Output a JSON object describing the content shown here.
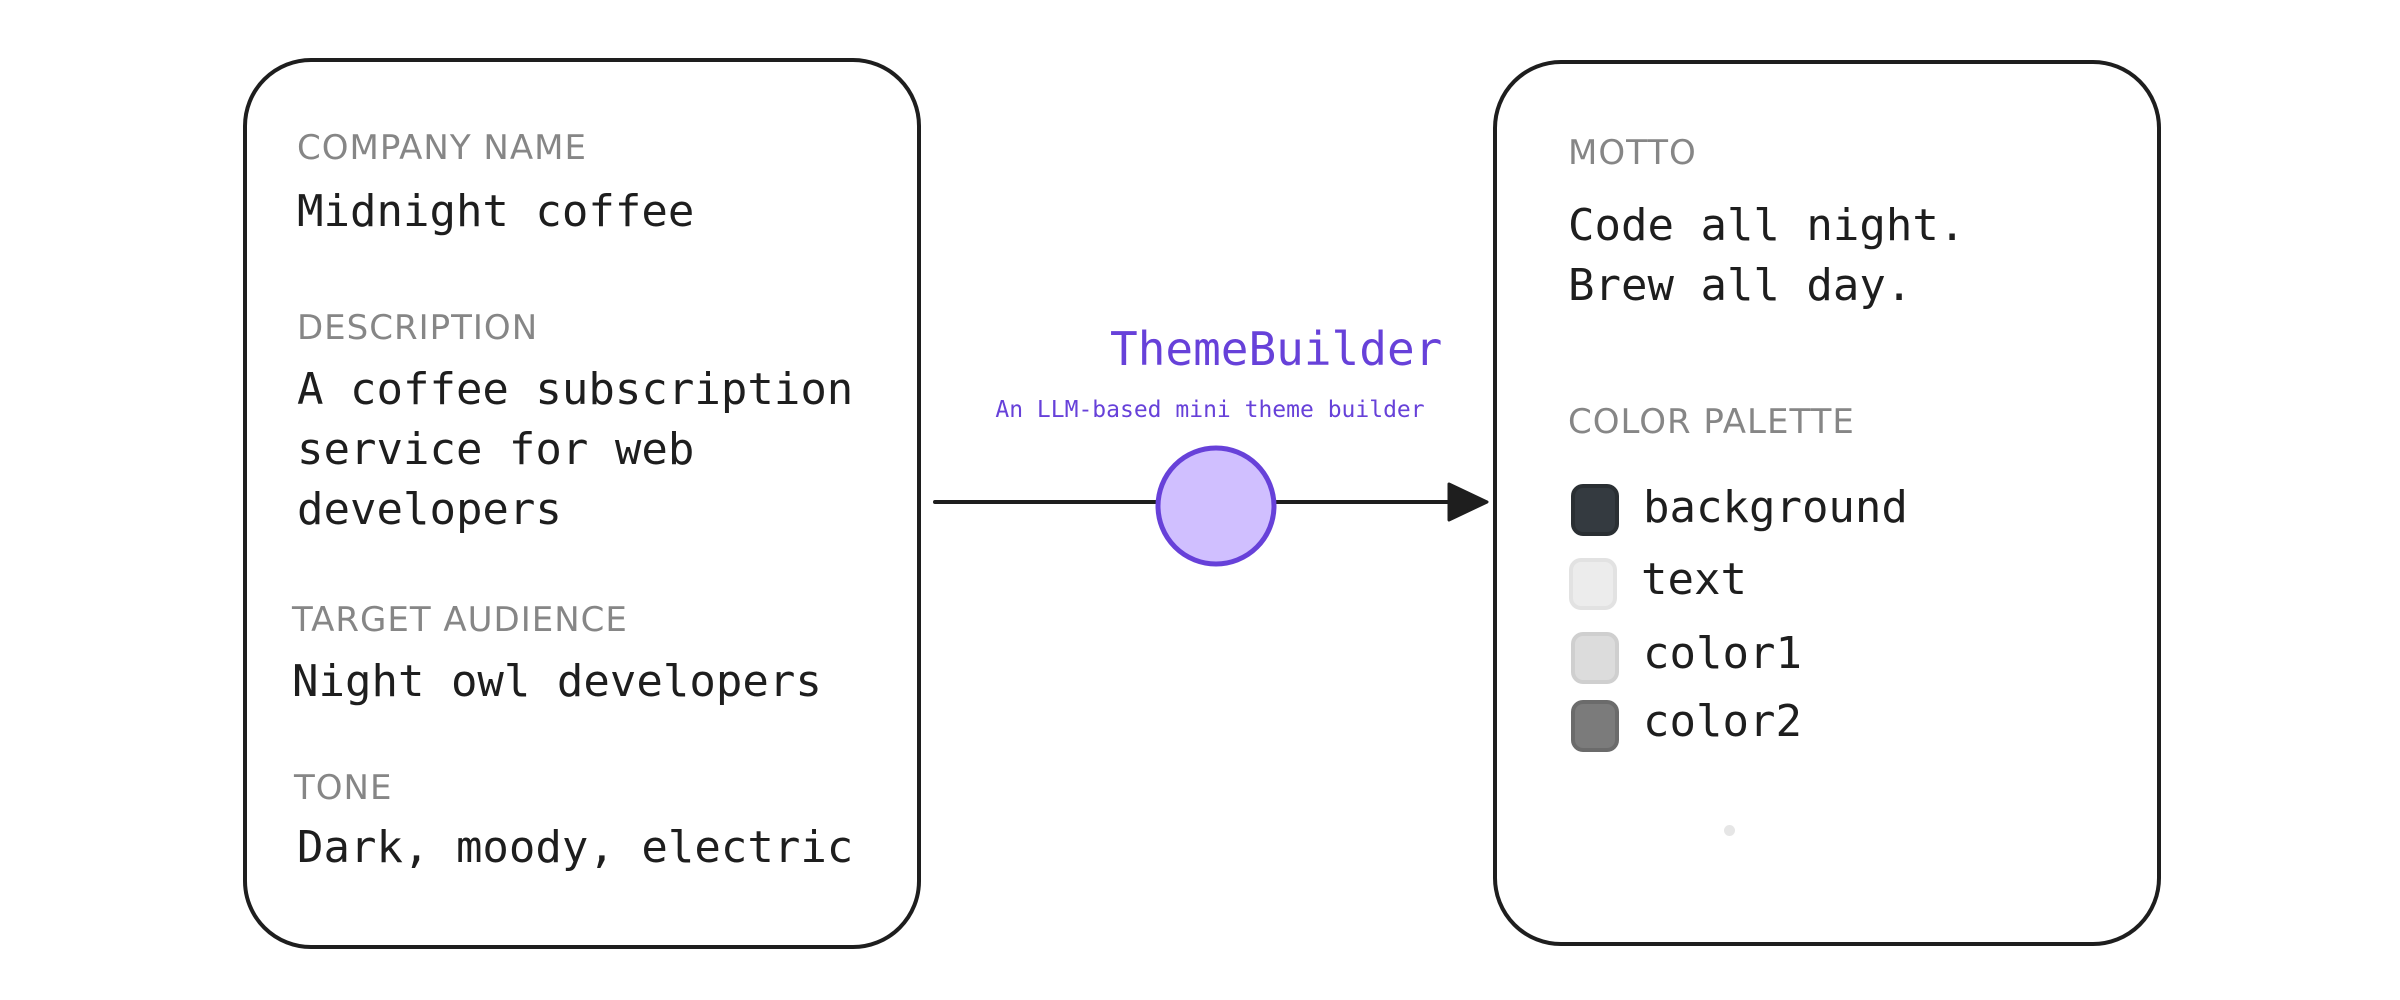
{
  "input_card": {
    "fields": [
      {
        "label": "COMPANY NAME",
        "value_lines": [
          "Midnight coffee"
        ]
      },
      {
        "label": "DESCRIPTION",
        "value_lines": [
          "A coffee subscription",
          "service for web",
          "developers"
        ]
      },
      {
        "label": "TARGET AUDIENCE",
        "value_lines": [
          "Night owl developers"
        ]
      },
      {
        "label": "TONE",
        "value_lines": [
          "Dark, moody, electric"
        ]
      }
    ]
  },
  "process_node": {
    "title": "ThemeBuilder",
    "subtitle": "An LLM-based mini theme builder",
    "fill_color": "#d0bfff",
    "stroke_color": "#6741d9"
  },
  "output_card": {
    "motto_label": "MOTTO",
    "motto_lines": [
      "Code all night.",
      "Brew all day."
    ],
    "palette_label": "COLOR PALETTE",
    "palette": [
      {
        "name": "background",
        "color": "#343a40",
        "border": "#2a2f33"
      },
      {
        "name": "text",
        "color": "#ececec",
        "border": "#e2e2e2"
      },
      {
        "name": "color1",
        "color": "#dcdcdc",
        "border": "#cfcfcf"
      },
      {
        "name": "color2",
        "color": "#7b7b7b",
        "border": "#6b6b6b"
      }
    ]
  },
  "colors": {
    "stroke": "#1e1e1e",
    "label_gray": "#868686",
    "accent": "#6741d9"
  }
}
